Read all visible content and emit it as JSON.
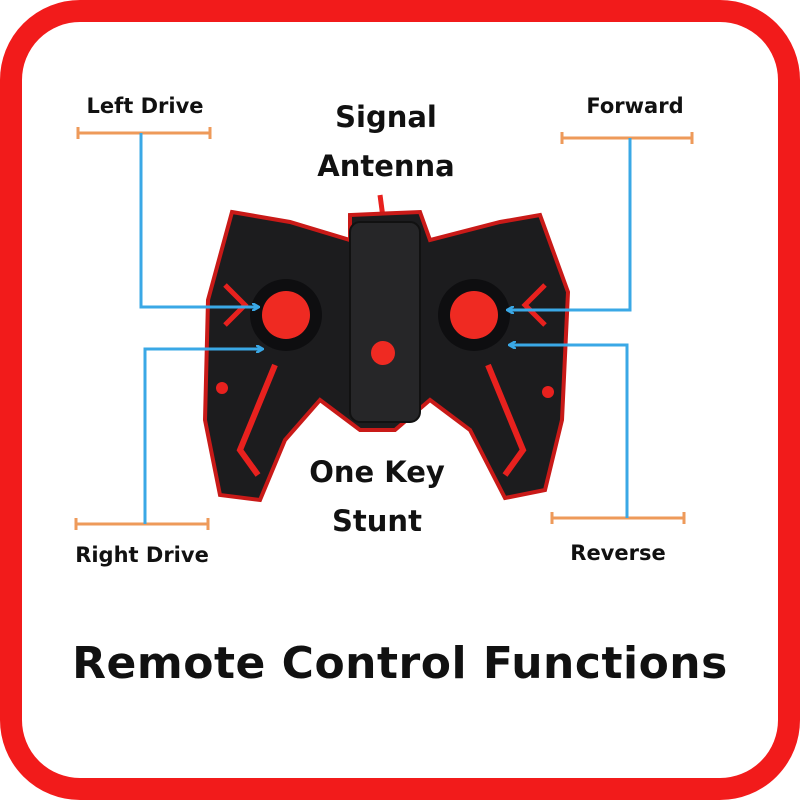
{
  "labels": {
    "left_drive": "Left Drive",
    "right_drive": "Right Drive",
    "forward": "Forward",
    "reverse": "Reverse",
    "signal_antenna_1": "Signal",
    "signal_antenna_2": "Antenna",
    "one_key_stunt_1": "One Key",
    "one_key_stunt_2": "Stunt"
  },
  "title": "Remote Control Functions",
  "colors": {
    "border": "#f21b1b",
    "bracket": "#ee9a5a",
    "arrow": "#3aa8e6",
    "body": "#1c1c1e",
    "accent": "#e8211e"
  }
}
